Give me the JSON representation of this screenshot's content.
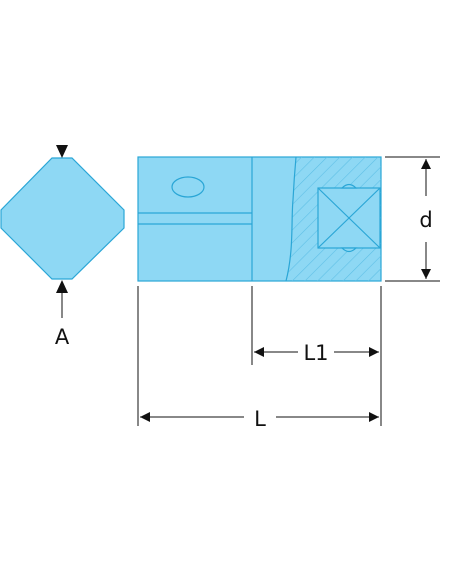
{
  "colors": {
    "fill": "#8ed8f4",
    "outline": "#2aa6d6",
    "hatch": "#5fbfe6",
    "dimension": "#111111",
    "background": "#ffffff"
  },
  "labels": {
    "across_flats": "A",
    "diameter": "d",
    "square_depth": "L1",
    "overall_length": "L"
  }
}
